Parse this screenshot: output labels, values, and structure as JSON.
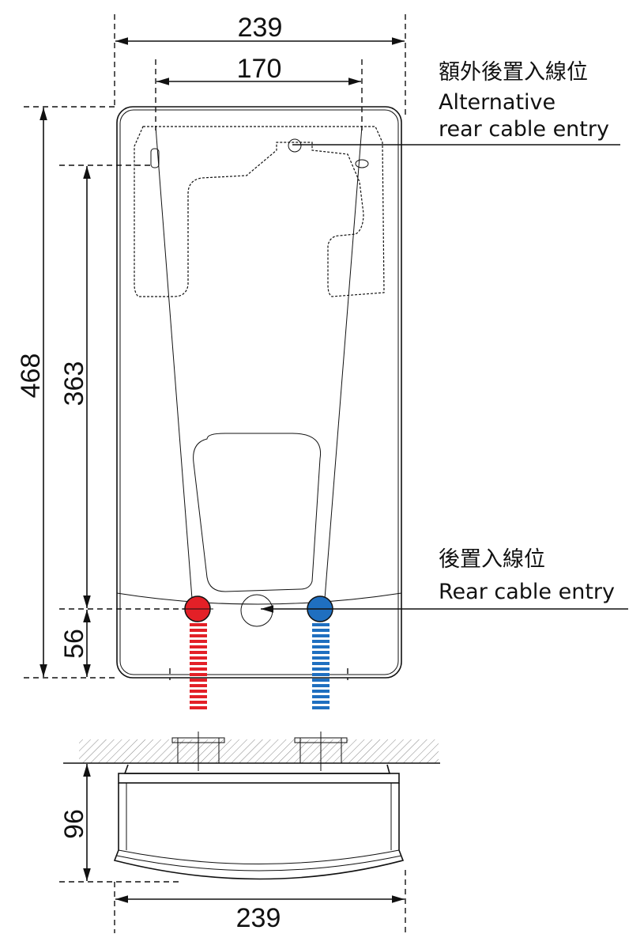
{
  "dimensions": {
    "top_width": "239",
    "mount_width": "170",
    "total_height": "468",
    "mount_height": "363",
    "entry_height": "56",
    "depth": "96",
    "bottom_width": "239"
  },
  "labels": {
    "alt_entry_zh": "額外後置入線位",
    "alt_entry_en_1": "Alternative",
    "alt_entry_en_2": "rear cable entry",
    "rear_entry_zh": "後置入線位",
    "rear_entry_en": "Rear cable entry"
  },
  "colors": {
    "hot": "#e32027",
    "cold": "#1f6fc0"
  }
}
